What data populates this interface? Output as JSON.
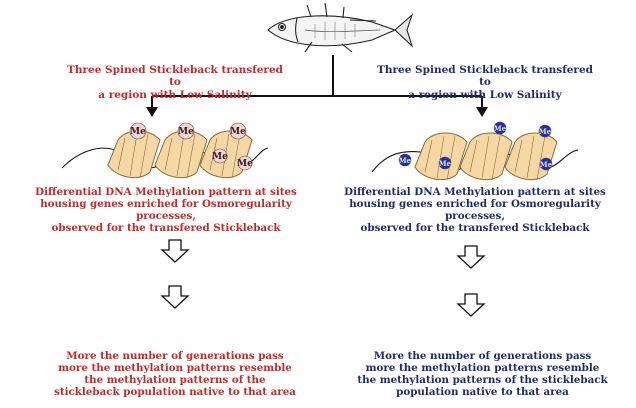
{
  "left": {
    "color": "#c62828",
    "header": [
      "Three Spined Stickleback transfered to",
      "a region with Low Salinity"
    ],
    "methylation_text": [
      "Differential DNA Methylation pattern at sites",
      "housing genes enriched for Osmoregularity processes,",
      "observed for the transfered Stickleback"
    ],
    "generations_text": [
      "More the number of generations pass",
      "more the methylation patterns resemble",
      "the methylation patterns of the",
      "stickleback population native to that area"
    ],
    "mark_label": "Me"
  },
  "right": {
    "color": "#1f2a6e",
    "header": [
      "Three Spined Stickleback transfered to",
      "a region with Low Salinity"
    ],
    "methylation_text": [
      "Differential DNA Methylation pattern at sites",
      "housing genes enriched for Osmoregularity processes,",
      "observed for the transfered Stickleback"
    ],
    "generations_text": [
      "More the number of generations pass",
      "more the methylation patterns resemble",
      "the methylation patterns of the stickleback",
      "population native to that area"
    ],
    "mark_label": "Me"
  },
  "colors": {
    "nucleosome_fill": "#f7d7a3",
    "nucleosome_stroke": "#8a6a3a",
    "left_mark_fill": "#f2d6d6",
    "right_mark_fill": "#1e2fa8"
  }
}
